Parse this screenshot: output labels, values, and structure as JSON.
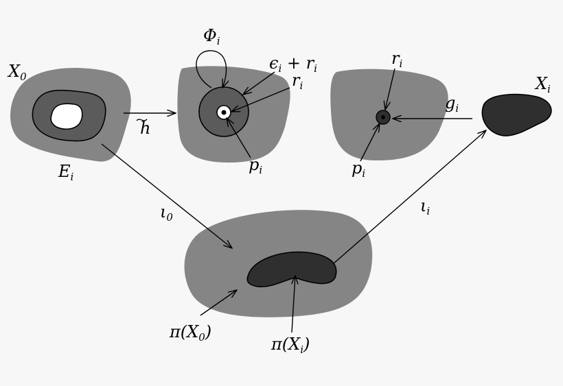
{
  "labels": {
    "x0": "X",
    "x0_sub": "0",
    "ei": "E",
    "ei_sub": "i",
    "h": "h",
    "phi": "Φ",
    "phi_sub": "i",
    "eps": "ϵ",
    "eps_sub": "i",
    "eps_plus": " + r",
    "eps_plus_sub": "i",
    "r_mid": "r",
    "r_mid_sub": "i",
    "p_mid": "p",
    "p_mid_sub": "i",
    "r_right": "r",
    "r_right_sub": "i",
    "g": "g",
    "g_sub": "i",
    "p_right": "p",
    "p_right_sub": "i",
    "xi": "X",
    "xi_sub": "i",
    "iota0": "ι",
    "iota0_sub": "0",
    "iotai": "ι",
    "iotai_sub": "i",
    "pi_x0": "π(X",
    "pi_x0_sub": "0",
    "pi_x0_close": ")",
    "pi_xi": "π(X",
    "pi_xi_sub": "i",
    "pi_xi_close": ")"
  }
}
